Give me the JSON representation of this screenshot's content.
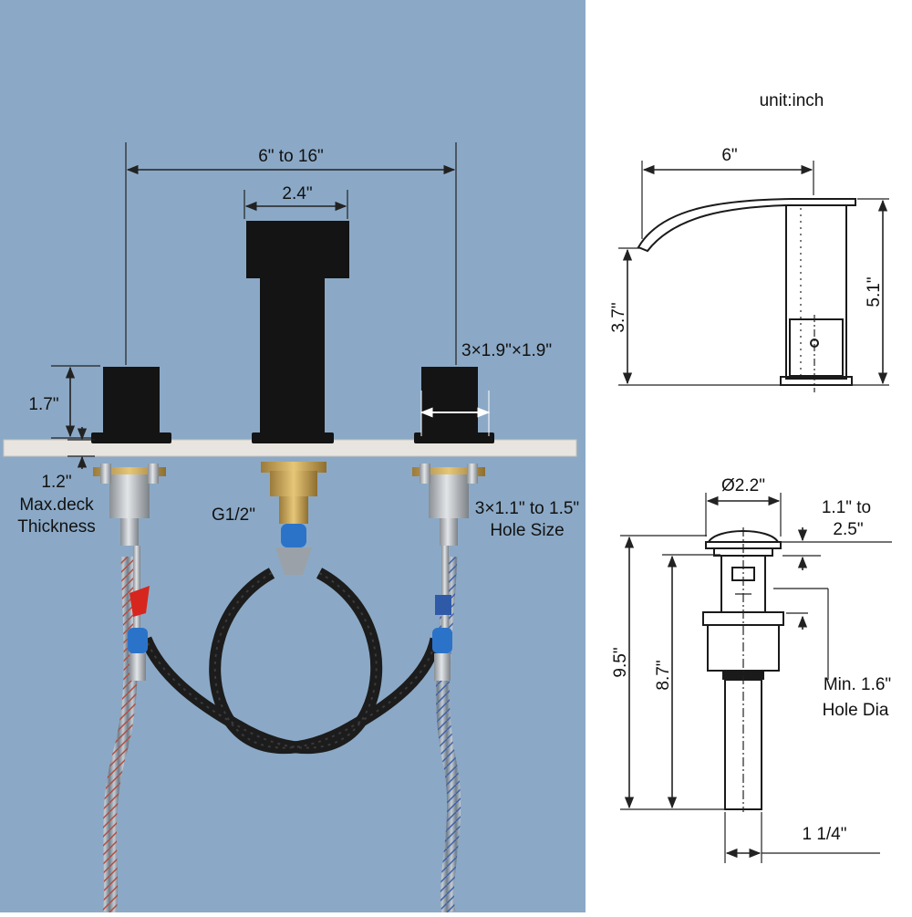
{
  "unit_label": "unit:inch",
  "photo_panel": {
    "background": "#8ba9c6",
    "deck_color": "#e8e4df",
    "faucet_color": "#141414",
    "spread_label": "6\" to 16\"",
    "spout_width_label": "2.4\"",
    "handle_height_label": "1.7\"",
    "handle_size_label": "3×1.9\"×1.9\"",
    "deck_thickness_value": "1.2\"",
    "deck_thickness_line1": "Max.deck",
    "deck_thickness_line2": "Thickness",
    "thread_label": "G1/2\"",
    "hole_size_line1": "3×1.1\" to 1.5\"",
    "hole_size_line2": "Hole Size"
  },
  "spout_drawing": {
    "length_label": "6\"",
    "outlet_height_label": "3.7\"",
    "total_height_label": "5.1\""
  },
  "drain_drawing": {
    "cap_diameter_label": "Ø2.2\"",
    "range_line1": "1.1\" to",
    "range_line2": "2.5\"",
    "total_length_label": "9.5\"",
    "body_length_label": "8.7\"",
    "hole_line1": "Min. 1.6\"",
    "hole_line2": "Hole Dia",
    "tail_label": "1 1/4\""
  }
}
